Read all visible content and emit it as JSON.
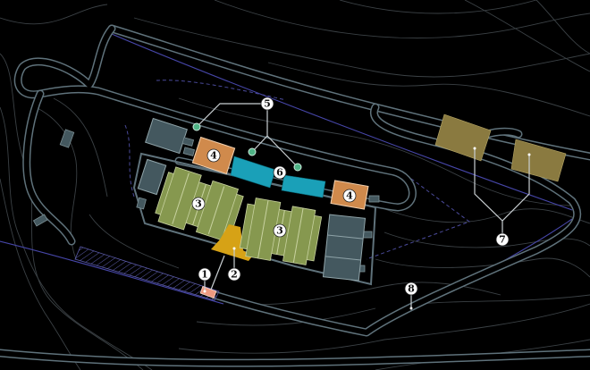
{
  "title": "Site plan",
  "colors": {
    "background": "#000000",
    "road": "#5f727b",
    "building_gray": "#44585f",
    "building_orange": "#d08a4c",
    "building_cyan": "#1aa0b8",
    "building_green": "#86984f",
    "building_yellow": "#d6a216",
    "building_khaki": "#8a7a40",
    "building_pink": "#ee9980",
    "marker_green": "#4fb386"
  },
  "labels": {
    "l1": "1",
    "l2": "2",
    "l3a": "3",
    "l3b": "3",
    "l4a": "4",
    "l4b": "4",
    "l5": "5",
    "l6": "6",
    "l7": "7",
    "l8": "8"
  }
}
